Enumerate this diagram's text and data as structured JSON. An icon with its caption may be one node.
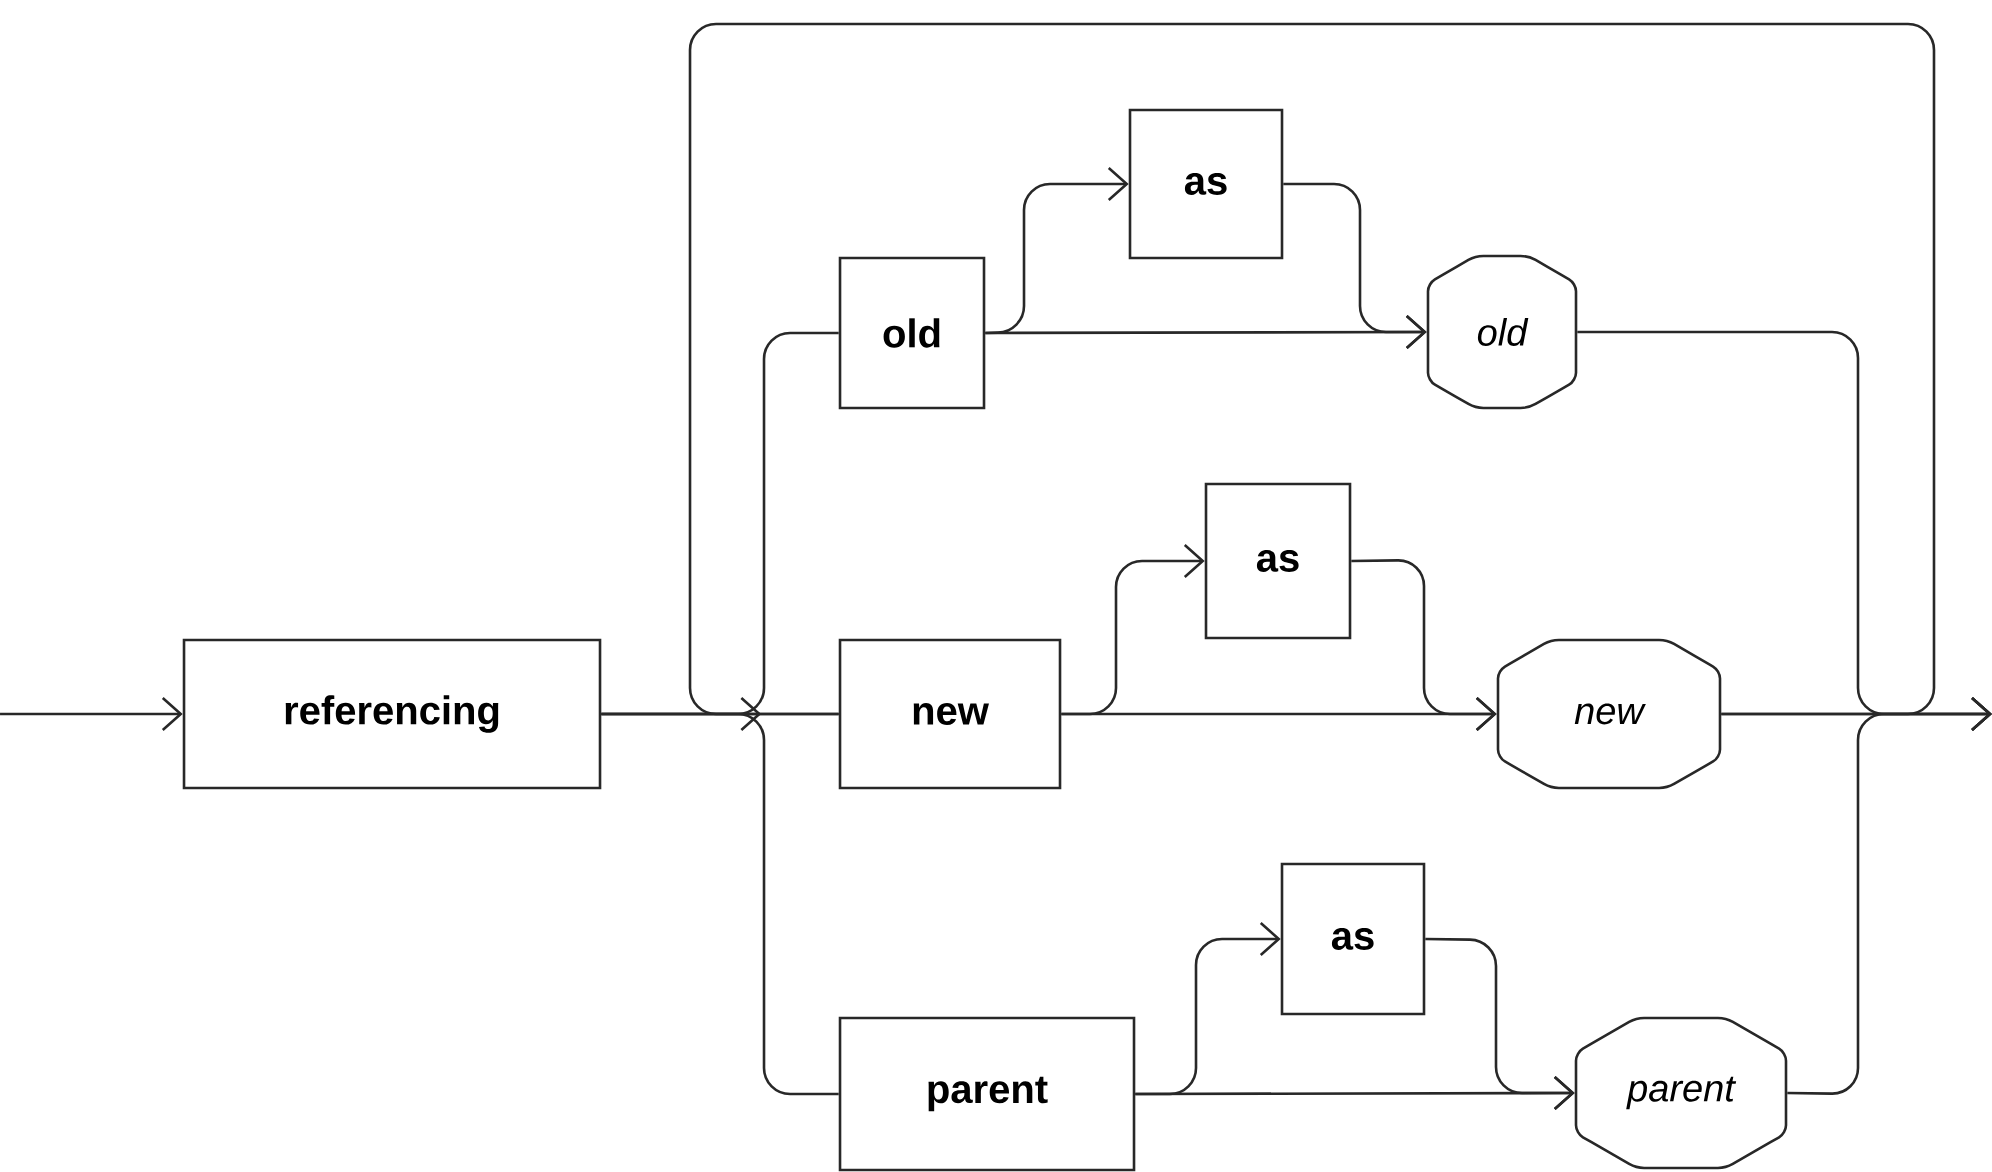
{
  "diagram": {
    "nodes": [
      {
        "text": [
          "referencing"
        ]
      },
      {
        "text": [
          "old"
        ]
      },
      {
        "text": [
          "as"
        ]
      },
      {
        "text": [
          "old"
        ]
      },
      {
        "text": [
          "new"
        ]
      },
      {
        "text": [
          "as"
        ]
      },
      {
        "text": [
          "new"
        ]
      },
      {
        "text": [
          "parent"
        ]
      },
      {
        "text": [
          "as"
        ]
      },
      {
        "text": [
          "parent"
        ]
      }
    ],
    "edges": [
      {
        "from": null,
        "to": 0,
        "arrow": "to"
      },
      {
        "from": 0,
        "to": 1,
        "arrow": "none"
      },
      {
        "from": 0,
        "to": 4,
        "arrow": "to"
      },
      {
        "from": 0,
        "to": 7,
        "arrow": "none"
      },
      {
        "from": 1,
        "to": 2,
        "arrow": "to"
      },
      {
        "from": 1,
        "to": 3,
        "arrow": "to"
      },
      {
        "from": 2,
        "to": 3,
        "arrow": "to"
      },
      {
        "from": 4,
        "to": 5,
        "arrow": "to"
      },
      {
        "from": 4,
        "to": 6,
        "arrow": "to"
      },
      {
        "from": 5,
        "to": 6,
        "arrow": "to"
      },
      {
        "from": 7,
        "to": 8,
        "arrow": "to"
      },
      {
        "from": 7,
        "to": 9,
        "arrow": "to"
      },
      {
        "from": 8,
        "to": 9,
        "arrow": "to"
      },
      {
        "from": 3,
        "to": null,
        "arrow": "to"
      },
      {
        "from": 6,
        "to": null,
        "arrow": "to"
      },
      {
        "from": 9,
        "to": null,
        "arrow": "to"
      },
      {
        "from": 6,
        "to": 4,
        "arrow": "none"
      }
    ]
  }
}
